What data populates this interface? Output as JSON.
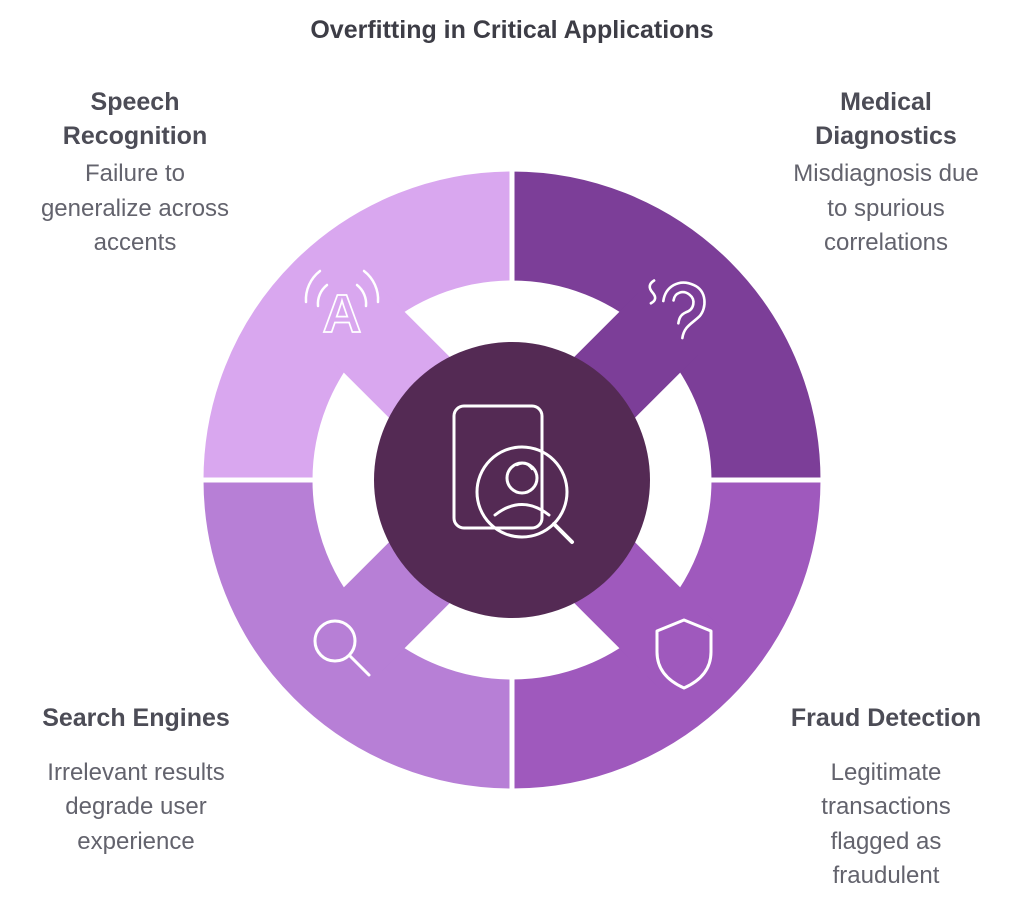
{
  "title": "Overfitting in Critical Applications",
  "colors": {
    "speech": "#d9a7ef",
    "medical": "#7c3e98",
    "search": "#b77fd6",
    "fraud": "#9f59bd",
    "center": "#542a54",
    "icon_stroke": "#ffffff",
    "title_text": "#3d3d46",
    "heading_text": "#4c4c56",
    "body_text": "#63636d"
  },
  "quadrants": {
    "speech": {
      "heading": "Speech\nRecognition",
      "description": "Failure to\ngeneralize across\naccents",
      "icon": "broadcast-a-icon",
      "glyph": "A"
    },
    "medical": {
      "heading": "Medical\nDiagnostics",
      "description": "Misdiagnosis due\nto spurious\ncorrelations",
      "icon": "ear-icon"
    },
    "search": {
      "heading": "Search Engines",
      "description": "Irrelevant results\ndegrade user\nexperience",
      "icon": "magnifier-icon"
    },
    "fraud": {
      "heading": "Fraud Detection",
      "description": "Legitimate\ntransactions\nflagged as\nfraudulent",
      "icon": "shield-icon"
    }
  },
  "center": {
    "icon": "person-search-icon"
  }
}
